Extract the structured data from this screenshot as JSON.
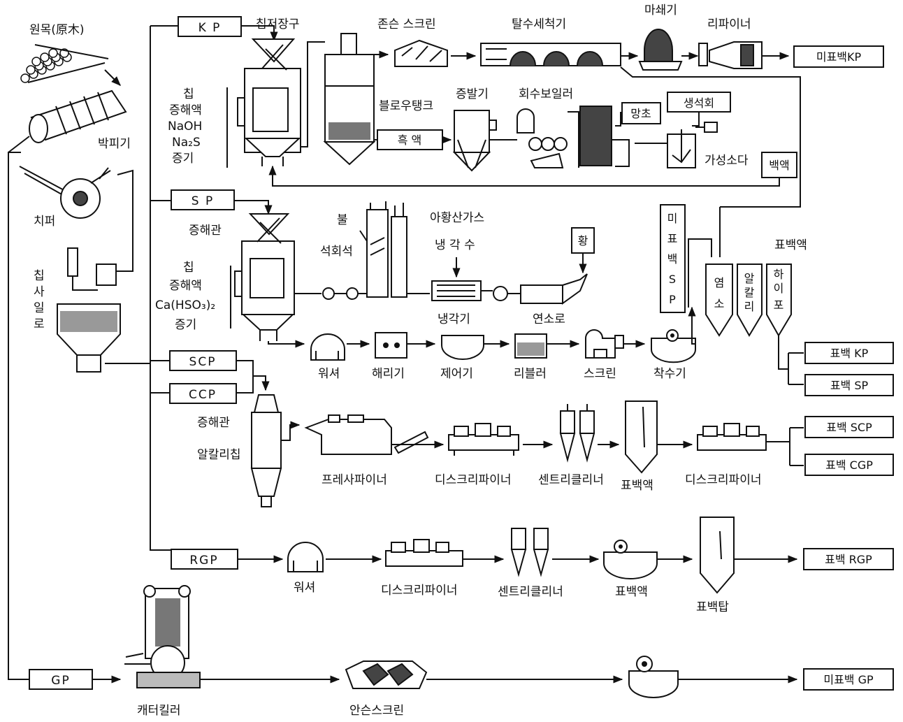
{
  "labels": {
    "logs": "원목(原木)",
    "debarker": "박피기",
    "chipper": "치퍼",
    "chip_silo": [
      "칩",
      "사",
      "일",
      "로"
    ],
    "chip_feeder": "칩저장구",
    "knot_screen": "존슨  스크린",
    "washer_dewater": "탈수세척기",
    "beater": "마쇄기",
    "refiner": "리파이너",
    "blow_tank": "블로우탱크",
    "evaporator": "증발기",
    "recovery_boiler": "회수보일러",
    "salt_cake": "망초",
    "quicklime": "생석회",
    "causticizer": "가성소다",
    "white_liquor": "백액",
    "black_liquor": "흑  액",
    "kp_cooking": [
      "칩",
      "증해액",
      "NaOH",
      "Na₂S",
      "증기"
    ],
    "digester_sp": "증해관",
    "sp_cooking": [
      "칩",
      "증해액",
      "Ca(HSO₃)₂",
      "증기"
    ],
    "fire": "불",
    "limestone": "석회석",
    "so2_gas": "아황산가스",
    "cooling_water": "냉 각 수",
    "sulfur": "황",
    "cooler": "냉각기",
    "burner": "연소로",
    "washer": "워셔",
    "deflaker": "해리기",
    "knotter": "제어기",
    "riffler": "리블러",
    "screen": "스크린",
    "thickener": "착수기",
    "unbleached_sp": [
      "미",
      "표",
      "백",
      "S",
      "P"
    ],
    "bleach_liquor_top": "표백액",
    "chlorine_tank": [
      "염",
      "소"
    ],
    "alkali_tank": [
      "알",
      "칼",
      "리"
    ],
    "hypo_tank": [
      "하",
      "이",
      "포"
    ],
    "digester_scp": "증해관",
    "alkali_chip": "알칼리칩",
    "press_refiner": "프레사파이너",
    "disc_refiner": "디스크리파이너",
    "centri_cleaner": "센트리클리너",
    "bleach_liquor": "표백액",
    "disc_refiner_2": "디스크리파이너",
    "rgp_washer": "워셔",
    "rgp_disc_refiner": "디스크리파이너",
    "rgp_centri_cleaner": "센트리클리너",
    "rgp_bleach_liquor": "표백액",
    "bleach_tower": "표백탑",
    "caterkiller": "캐터킬러",
    "johnson_screen": "안슨스크린"
  },
  "process_boxes": {
    "kp": "K P",
    "sp": "S P",
    "scp": "SCP",
    "ccp": "CCP",
    "rgp": "RGP",
    "gp": "GP"
  },
  "products": {
    "unbleached_kp": "미표백KP",
    "bleached_kp": "표백 KP",
    "bleached_sp": "표백 SP",
    "bleached_scp": "표백 SCP",
    "bleached_cgp": "표백 CGP",
    "bleached_rgp": "표백 RGP",
    "unbleached_gp": "미표백 GP"
  }
}
